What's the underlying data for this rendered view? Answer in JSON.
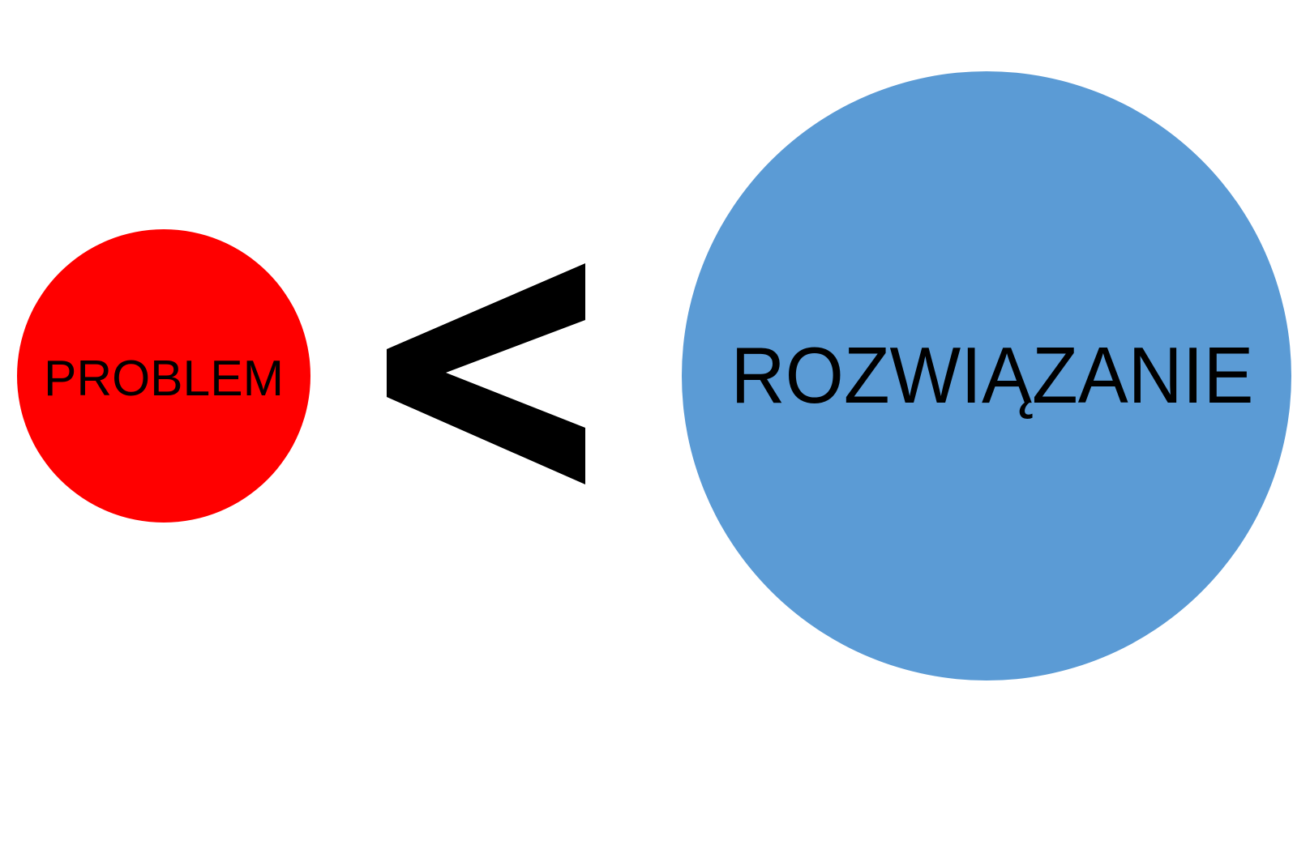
{
  "diagram": {
    "left_label": "PROBLEM",
    "right_label": "ROZWIĄZANIE",
    "relation_symbol": "less-than",
    "colors": {
      "problem_circle": "#ff0000",
      "solution_circle": "#5b9bd5",
      "symbol": "#000000"
    }
  }
}
